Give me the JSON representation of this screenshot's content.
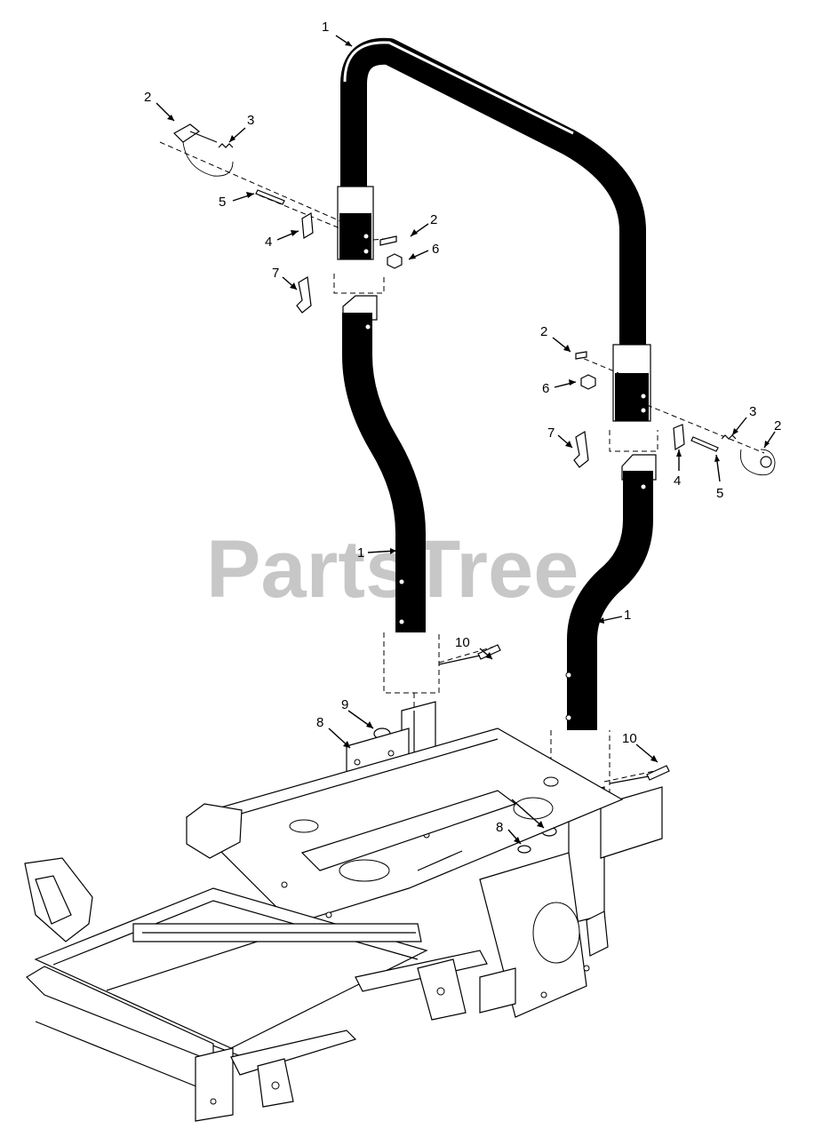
{
  "watermark": "PartsTree",
  "callouts": [
    {
      "id": "c1-top",
      "text": "1"
    },
    {
      "id": "c1-left-lower",
      "text": "1"
    },
    {
      "id": "c1-right-lower",
      "text": "1"
    },
    {
      "id": "c2-left-pin",
      "text": "2"
    },
    {
      "id": "c2-left-bolt",
      "text": "2"
    },
    {
      "id": "c2-right-bolt",
      "text": "2"
    },
    {
      "id": "c2-right-pin",
      "text": "2"
    },
    {
      "id": "c3-left",
      "text": "3"
    },
    {
      "id": "c3-right",
      "text": "3"
    },
    {
      "id": "c4-left",
      "text": "4"
    },
    {
      "id": "c4-right",
      "text": "4"
    },
    {
      "id": "c5-left",
      "text": "5"
    },
    {
      "id": "c5-right",
      "text": "5"
    },
    {
      "id": "c6-left",
      "text": "6"
    },
    {
      "id": "c6-right",
      "text": "6"
    },
    {
      "id": "c7-left",
      "text": "7"
    },
    {
      "id": "c7-right",
      "text": "7"
    },
    {
      "id": "c8-left",
      "text": "8"
    },
    {
      "id": "c8-right",
      "text": "8"
    },
    {
      "id": "c9",
      "text": "9"
    },
    {
      "id": "c10-left",
      "text": "10"
    },
    {
      "id": "c10-right",
      "text": "10"
    }
  ]
}
